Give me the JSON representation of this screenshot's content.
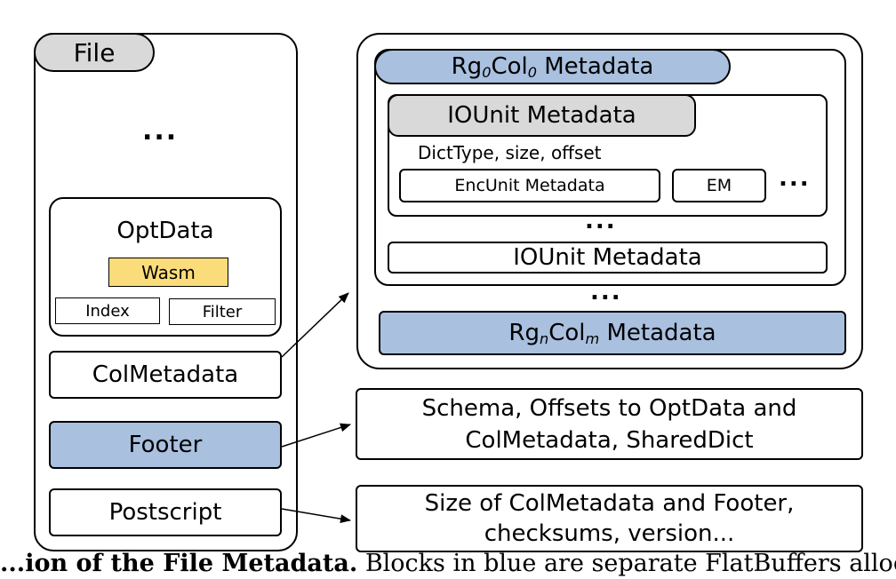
{
  "file": {
    "title": "File",
    "top_ellipsis": "...",
    "optdata": {
      "title": "OptData",
      "wasm": "Wasm",
      "index": "Index",
      "filter": "Filter"
    },
    "colmetadata": "ColMetadata",
    "footer": "Footer",
    "postscript": "Postscript"
  },
  "colmeta_detail": {
    "rg0": {
      "prefix": "Rg",
      "sub1": "0",
      "mid": "Col",
      "sub2": "0",
      "suffix": " Metadata"
    },
    "iounit_title": "IOUnit Metadata",
    "dict_line": "DictType, size, offset",
    "encunit": "EncUnit Metadata",
    "em": "EM",
    "em_ellipsis": "...",
    "mid_ellipsis": "...",
    "iounit2": "IOUnit Metadata",
    "bottom_ellipsis": "...",
    "rgn": {
      "prefix": "Rg",
      "sub1": "n",
      "mid": "Col",
      "sub2": "m",
      "suffix": " Metadata"
    }
  },
  "footer_detail": {
    "line1": "Schema, Offsets to OptData and",
    "line2": "ColMetadata, SharedDict"
  },
  "postscript_detail": {
    "line1": "Size of ColMetadata and Footer,",
    "line2": "checksums, version..."
  },
  "caption": {
    "bold": "...ion of the File Metadata.",
    "rest": " Blocks in blue are separate FlatBuffers allocation, le"
  },
  "colors": {
    "blue": "#a9c0df",
    "gray": "#d9d9d9",
    "yellow": "#fbdc7a",
    "border": "#000000"
  }
}
